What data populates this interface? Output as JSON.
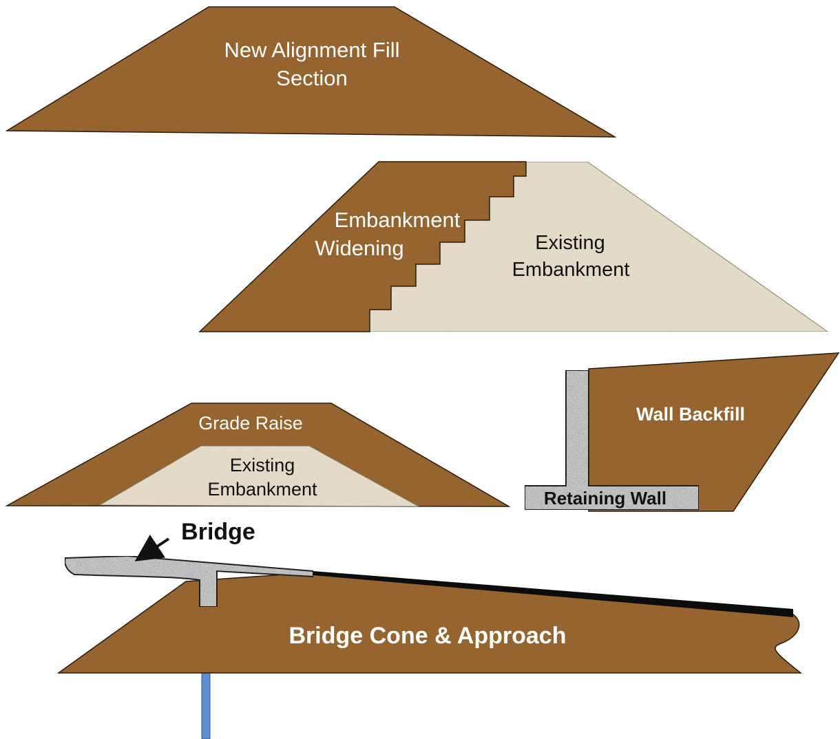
{
  "colors": {
    "fill_brown": "#96642f",
    "existing_embankment": "#e4dac8",
    "concrete": "#c9c9c9",
    "pile": "#5d8fd0",
    "pavement": "#0c0c0c",
    "outline": "#2b1a0a"
  },
  "sections": {
    "new_alignment": {
      "label_line1": "New Alignment Fill",
      "label_line2": "Section"
    },
    "widening": {
      "widening_line1": "Embankment",
      "widening_line2": "Widening",
      "existing_line1": "Existing",
      "existing_line2": "Embankment"
    },
    "grade_raise": {
      "raise_label": "Grade Raise",
      "existing_line1": "Existing",
      "existing_line2": "Embankment"
    },
    "wall": {
      "backfill_label": "Wall Backfill",
      "wall_label": "Retaining Wall"
    },
    "bridge": {
      "pointer_label": "Bridge",
      "cone_label": "Bridge Cone & Approach"
    }
  }
}
